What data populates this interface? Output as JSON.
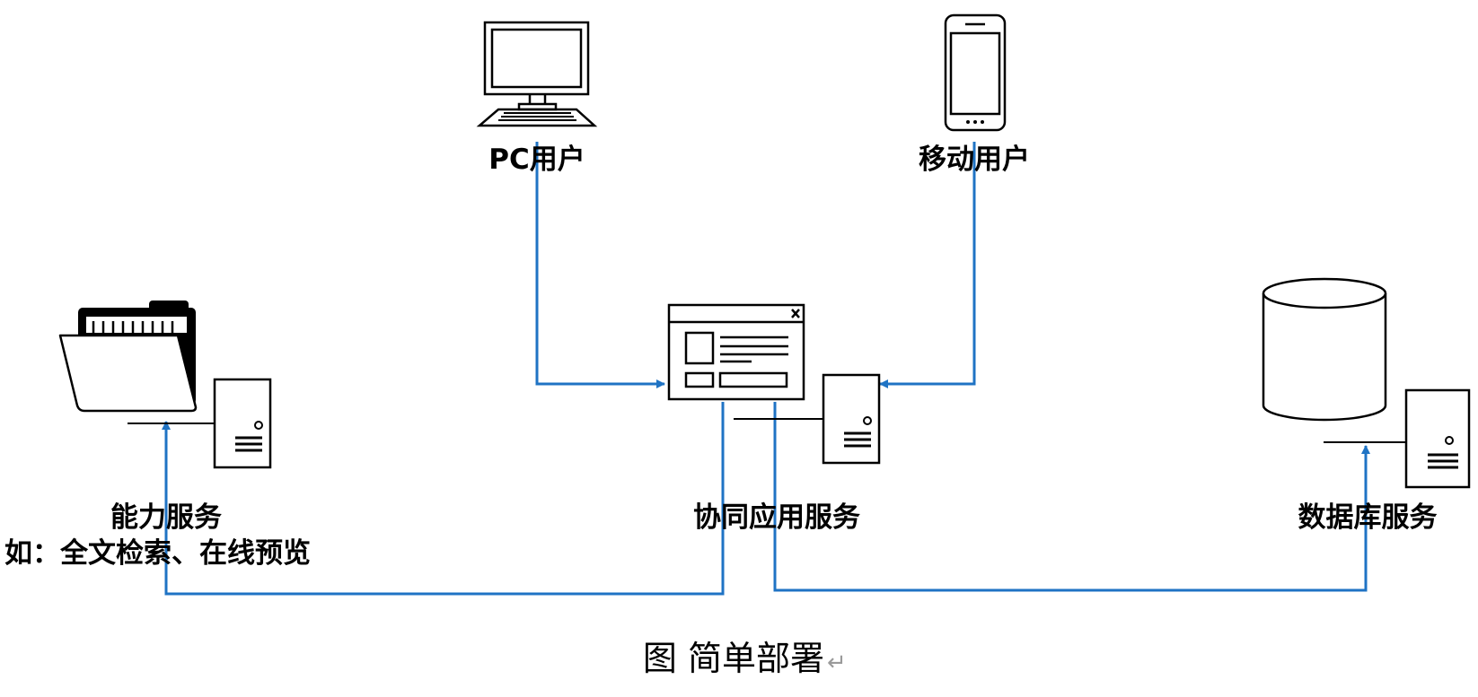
{
  "nodes": {
    "pc_user": {
      "label": "PC用户",
      "icon": "desktop-computer-icon"
    },
    "mobile_user": {
      "label": "移动用户",
      "icon": "smartphone-icon"
    },
    "collab_service": {
      "label": "协同应用服务",
      "icon": "app-window-icon"
    },
    "capability_service": {
      "label": "能力服务",
      "sublabel": "如：全文检索、在线预览",
      "icon": "folder-icon"
    },
    "database_service": {
      "label": "数据库服务",
      "icon": "database-cylinder-icon"
    }
  },
  "caption": {
    "text": "图 简单部署",
    "mark": "↵"
  },
  "colors": {
    "connector": "#1f73c4",
    "outline": "#000000"
  }
}
